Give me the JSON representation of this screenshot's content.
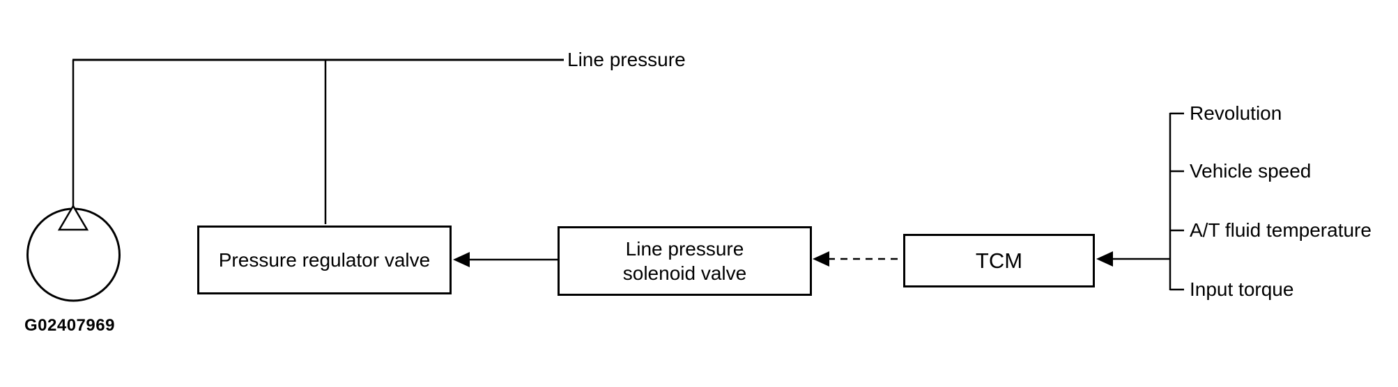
{
  "diagram": {
    "figure_id": "G02407969",
    "top_label": "Line pressure",
    "boxes": {
      "regulator": {
        "label": "Pressure regulator valve"
      },
      "solenoid": {
        "label_line1": "Line pressure",
        "label_line2": "solenoid valve"
      },
      "tcm": {
        "label": "TCM"
      }
    },
    "inputs": [
      {
        "label": "Revolution"
      },
      {
        "label": "Vehicle speed"
      },
      {
        "label": "A/T fluid temperature"
      },
      {
        "label": "Input torque"
      }
    ],
    "colors": {
      "line": "#000000",
      "background": "#ffffff"
    }
  }
}
